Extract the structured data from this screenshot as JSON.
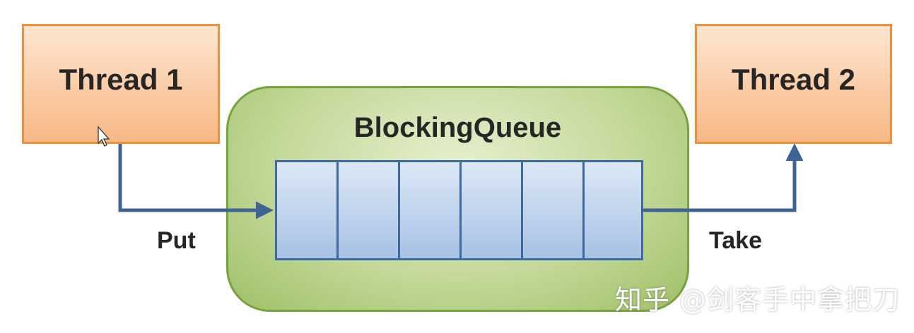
{
  "thread1": {
    "label": "Thread 1"
  },
  "thread2": {
    "label": "Thread 2"
  },
  "queue": {
    "title": "BlockingQueue",
    "slot_count": 6
  },
  "put": {
    "label": "Put"
  },
  "take": {
    "label": "Take"
  },
  "watermark": {
    "text": "知乎 @剑客手中拿把刀"
  },
  "colors": {
    "thread_border": "#ef8f3c",
    "queue_border": "#77a33d",
    "slot_border": "#3f6aa0",
    "arrow": "#3e6496"
  }
}
